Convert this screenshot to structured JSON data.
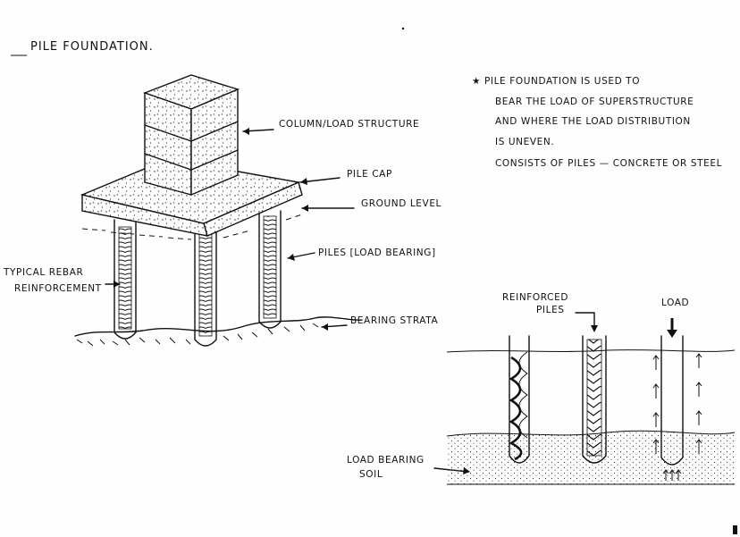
{
  "title": "PILE FOUNDATION.",
  "notes": [
    "★ PILE FOUNDATION IS USED TO",
    "BEAR THE LOAD OF SUPERSTRUCTURE",
    "AND WHERE THE LOAD DISTRIBUTION",
    "IS UNEVEN.",
    "CONSISTS OF PILES — CONCRETE OR STEEL"
  ],
  "labels": {
    "column": "COLUMN/LOAD STRUCTURE",
    "pile_cap": "PILE CAP",
    "ground_level": "GROUND LEVEL",
    "piles": "PILES [LOAD BEARING]",
    "rebar_line1": "TYPICAL REBAR",
    "rebar_line2": "REINFORCEMENT",
    "bearing_strata": "BEARING STRATA",
    "reinforced_line1": "REINFORCED",
    "reinforced_line2": "PILES",
    "load": "LOAD",
    "soil_line1": "LOAD BEARING",
    "soil_line2": "SOIL"
  }
}
